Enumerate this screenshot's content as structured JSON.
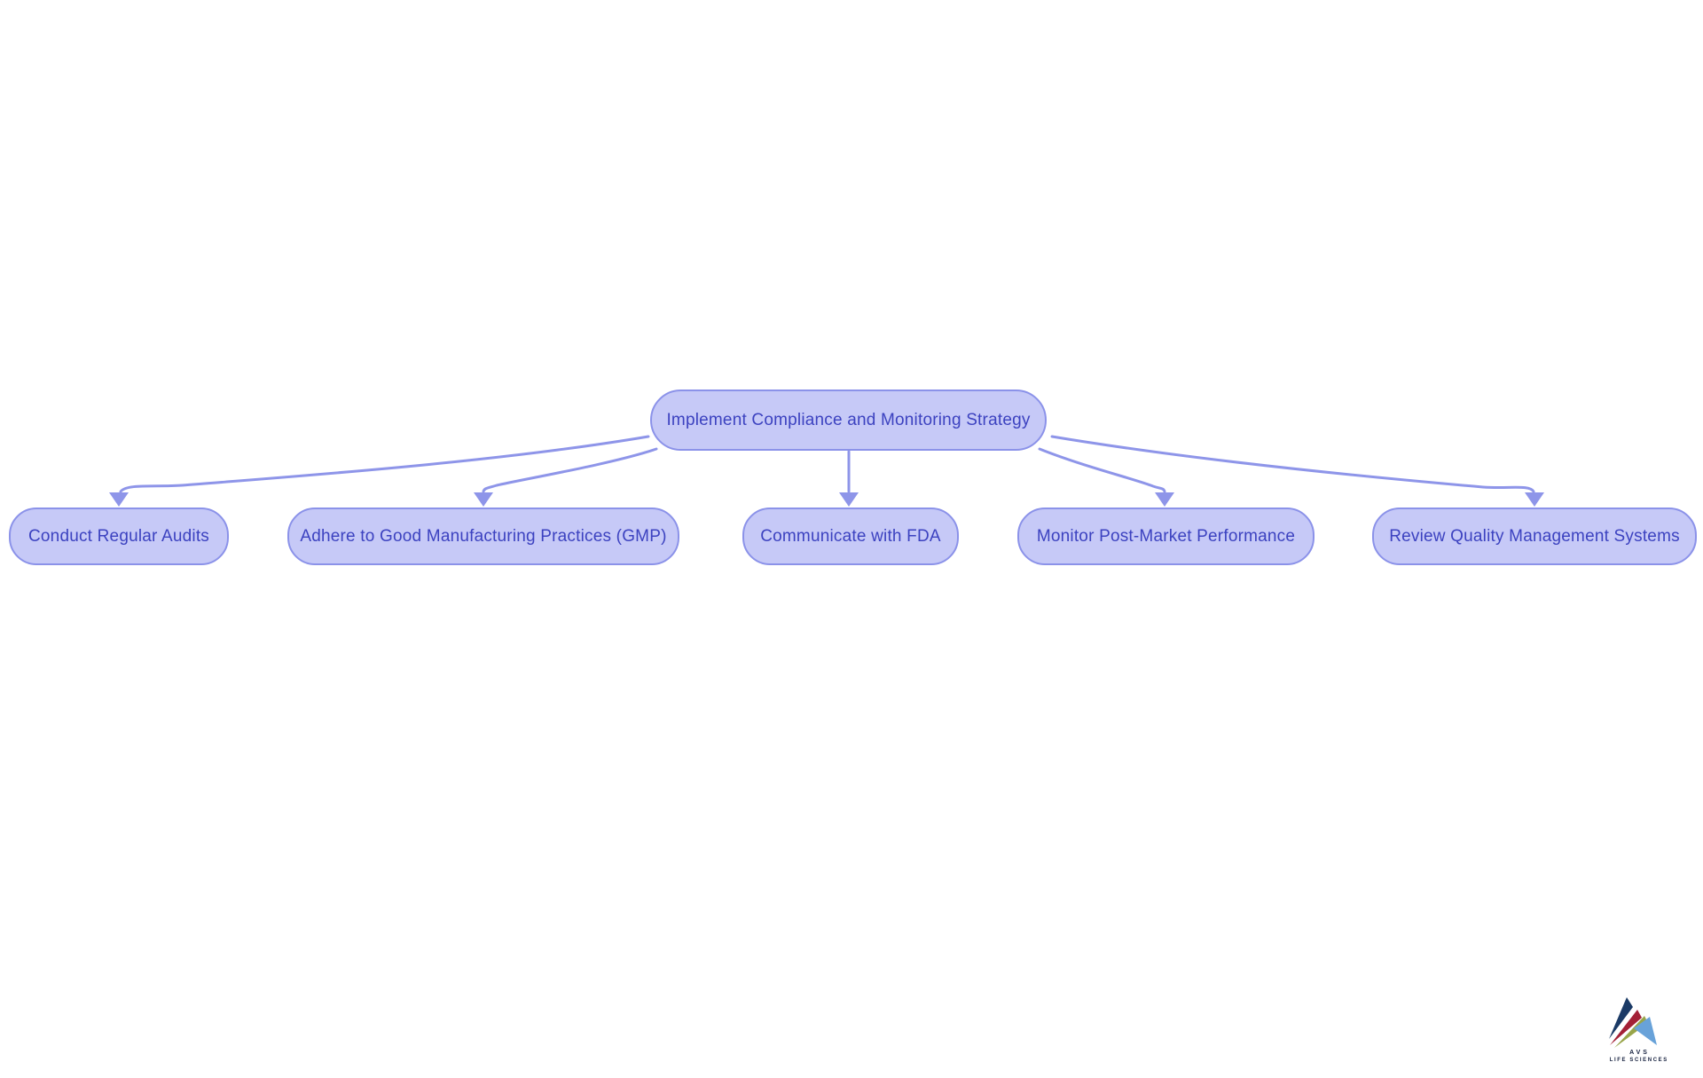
{
  "diagram": {
    "root": {
      "label": "Implement Compliance and Monitoring Strategy"
    },
    "children": [
      {
        "label": "Conduct Regular Audits"
      },
      {
        "label": "Adhere to Good Manufacturing Practices (GMP)"
      },
      {
        "label": "Communicate with FDA"
      },
      {
        "label": "Monitor Post-Market Performance"
      },
      {
        "label": "Review Quality Management Systems"
      }
    ]
  },
  "colors": {
    "background": "#ffffff",
    "node_fill": "#c6c9f7",
    "node_border": "#8b92e9",
    "node_text": "#3c42c0",
    "edge": "#8e95e9",
    "logo_navy": "#1b3a66",
    "logo_red": "#a32036",
    "logo_olive": "#98a549",
    "logo_blue": "#68a2d9",
    "logo_text": "#16213f"
  },
  "logo": {
    "line1": "AVS",
    "line2": "LIFE SCIENCES"
  }
}
